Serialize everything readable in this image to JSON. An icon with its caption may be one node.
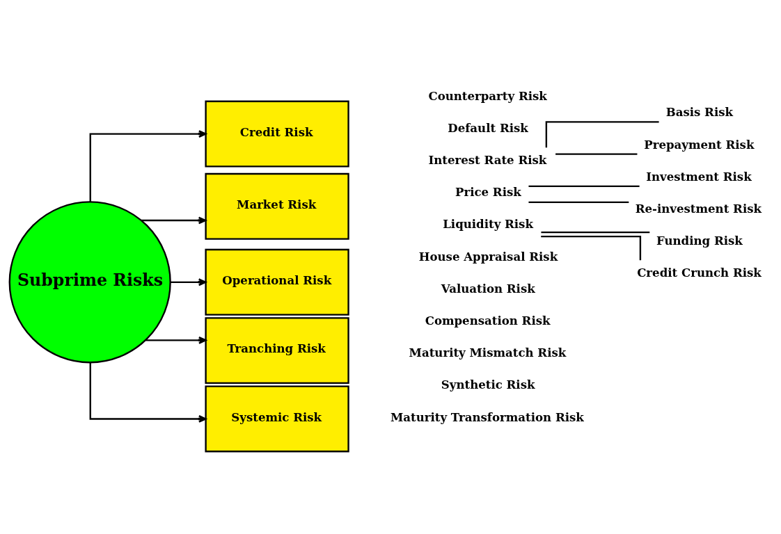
{
  "diagram": {
    "nodes": [
      {
        "text": [
          "Subprime Risks"
        ]
      },
      {
        "text": [
          "Credit Risk"
        ],
        "beside": [
          "Counterparty Risk",
          "Default Risk"
        ]
      },
      {
        "text": [
          "Market Risk"
        ]
      },
      {
        "text": [
          "Interest Rate Risk"
        ]
      },
      {
        "text": [
          "Basis Risk"
        ]
      },
      {
        "text": [
          "Prepayment Risk"
        ]
      },
      {
        "text": [
          "Price Risk"
        ]
      },
      {
        "text": [
          "Investment Risk"
        ]
      },
      {
        "text": [
          "Re-investment Risk"
        ]
      },
      {
        "text": [
          "Liquidity Risk"
        ]
      },
      {
        "text": [
          "Funding Risk"
        ]
      },
      {
        "text": [
          "Credit Crunch Risk"
        ]
      },
      {
        "text": [
          "Operational Risk"
        ],
        "beside": [
          "House Appraisal Risk",
          "Valuation Risk",
          "Compensation Risk"
        ]
      },
      {
        "text": [
          "Tranching Risk"
        ],
        "beside": [
          "Maturity Mismatch Risk",
          "Synthetic Risk"
        ]
      },
      {
        "text": [
          "Systemic Risk"
        ],
        "beside": [
          "Maturity Transformation Risk"
        ]
      }
    ],
    "edges": [
      {
        "from": 0,
        "to": 1,
        "arrow": "to"
      },
      {
        "from": 0,
        "to": 2,
        "arrow": "to"
      },
      {
        "from": 0,
        "to": 12,
        "arrow": "to"
      },
      {
        "from": 0,
        "to": 13,
        "arrow": "to"
      },
      {
        "from": 0,
        "to": 14,
        "arrow": "to"
      },
      {
        "from": 3,
        "to": 4,
        "arrow": "none"
      },
      {
        "from": 3,
        "to": 5,
        "arrow": "none"
      },
      {
        "from": 6,
        "to": 7,
        "arrow": "none"
      },
      {
        "from": 6,
        "to": 8,
        "arrow": "none"
      },
      {
        "from": 9,
        "to": 10,
        "arrow": "none"
      },
      {
        "from": 9,
        "to": 11,
        "arrow": "none"
      }
    ]
  }
}
